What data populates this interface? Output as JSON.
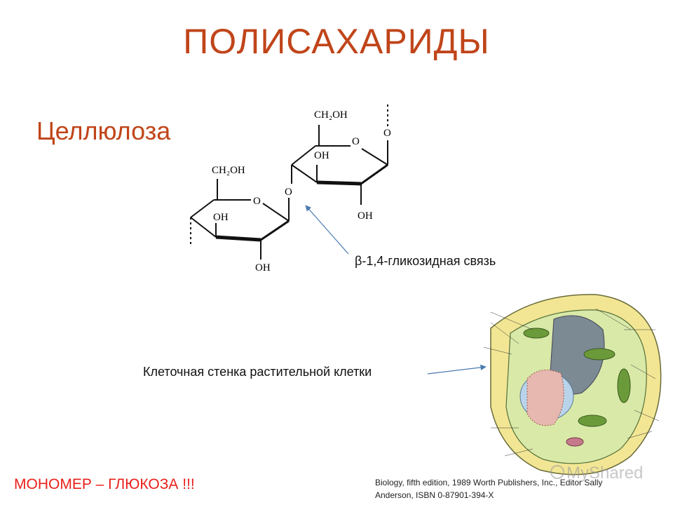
{
  "slide": {
    "title": "ПОЛИСАХАРИДЫ",
    "subtitle": "Целлюлоза",
    "bond_label": "β-1,4-гликозидная связь",
    "cell_wall_label": "Клеточная стенка растительной клетки",
    "monomer_note": "МОНОМЕР – ГЛЮКОЗА !!!",
    "source_line1": "Biology, fifth edition, 1989 Worth Publishers, Inc., Editor Sally",
    "source_line2": "Anderson, ISBN 0-87901-394-X",
    "watermark": "MyShared"
  },
  "structure": {
    "ring1": {
      "ch2oh": "CH₂OH",
      "o": "O",
      "oh_inner": "OH",
      "oh_bottom": "OH"
    },
    "bridge_o": "O",
    "ring2": {
      "ch2oh": "CH₂OH",
      "o": "O",
      "oh_inner": "OH",
      "oh_bottom": "OH",
      "o_right": "O"
    }
  },
  "colors": {
    "title": "#c0451a",
    "monomer": "#e8201b",
    "arrow": "#4a7ab0"
  }
}
